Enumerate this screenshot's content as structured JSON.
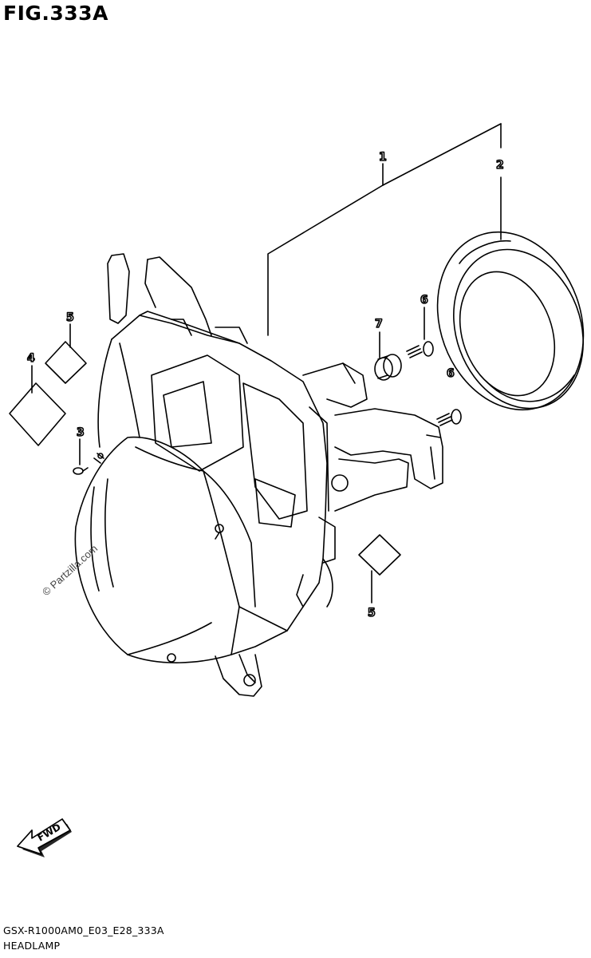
{
  "figure": {
    "title": "FIG.333A",
    "footer_code": "GSX-R1000AM0_E03_E28_333A",
    "footer_name": "HEADLAMP",
    "watermark": "© Partzilla.com",
    "fwd_label": "FWD"
  },
  "callouts": [
    {
      "id": "c1",
      "number": "1"
    },
    {
      "id": "c2",
      "number": "2"
    },
    {
      "id": "c3",
      "number": "3"
    },
    {
      "id": "c4",
      "number": "4"
    },
    {
      "id": "c5a",
      "number": "5"
    },
    {
      "id": "c5b",
      "number": "5"
    },
    {
      "id": "c6a",
      "number": "6"
    },
    {
      "id": "c6b",
      "number": "6"
    },
    {
      "id": "c7",
      "number": "7"
    }
  ]
}
